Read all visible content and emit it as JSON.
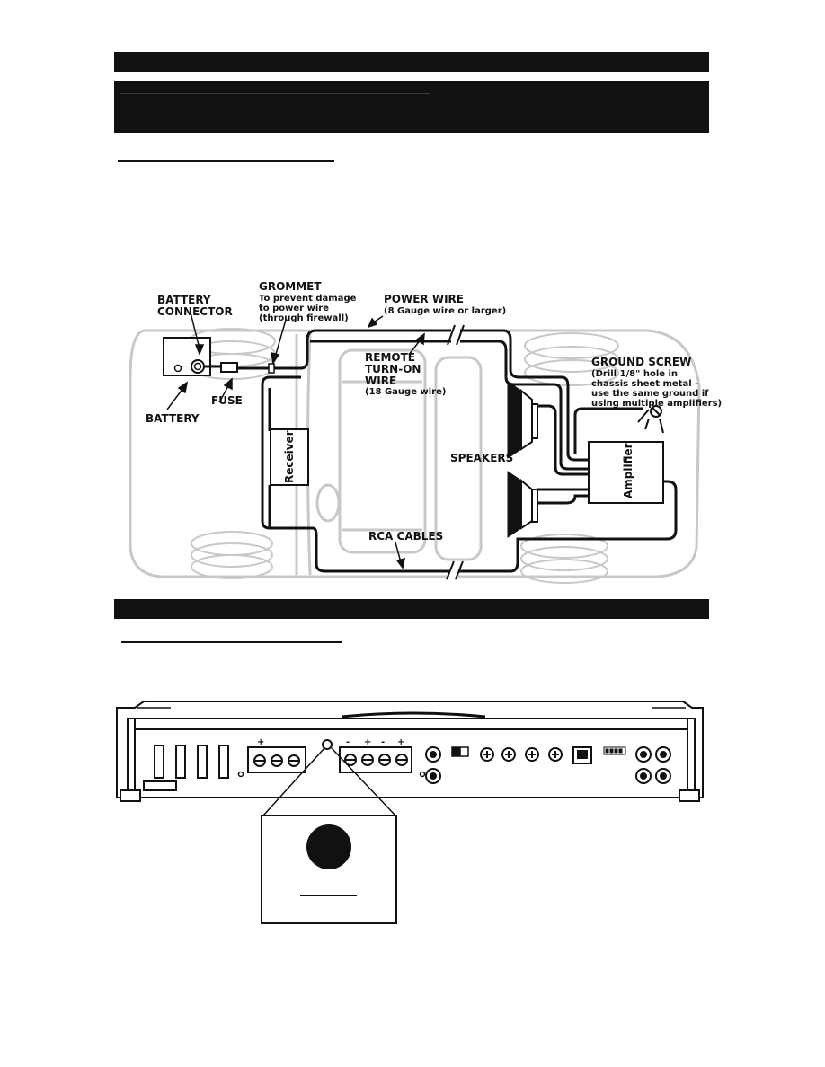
{
  "diagram": {
    "labels": {
      "battery_connector": [
        "BATTERY",
        "CONNECTOR"
      ],
      "grommet": "GROMMET",
      "grommet_note": [
        "To prevent damage",
        "to power wire",
        "(through firewall)"
      ],
      "power_wire": "POWER WIRE",
      "power_wire_note": "(8 Gauge wire or larger)",
      "remote": [
        "REMOTE",
        "TURN-ON",
        "WIRE"
      ],
      "remote_note": "(18 Gauge wire)",
      "ground_screw": "GROUND SCREW",
      "ground_note": [
        "(Drill 1/8\" hole in",
        "chassis sheet metal -",
        "use the same ground if",
        "using multiple amplifiers)"
      ],
      "battery": "BATTERY",
      "fuse": "FUSE",
      "receiver": "Receiver",
      "speakers": "SPEAKERS",
      "amplifier": "Amplifier",
      "rca_cables": "RCA CABLES"
    }
  },
  "amp_panel": {
    "terminal_marks": [
      "+",
      "-",
      "+",
      "-",
      "+"
    ]
  }
}
